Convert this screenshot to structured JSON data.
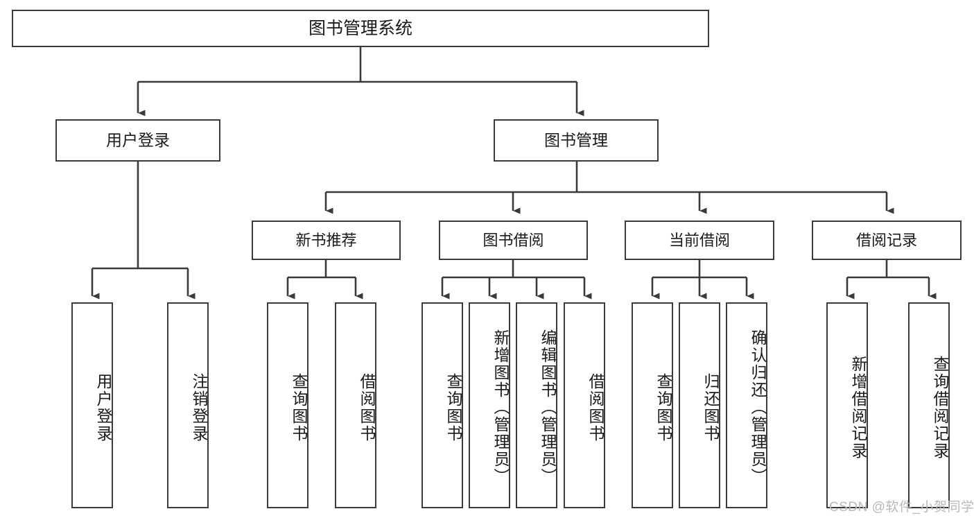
{
  "diagram": {
    "type": "hierarchy-tree",
    "title": "图书管理系统",
    "watermark": "CSDN @软件_小贺同学",
    "root": {
      "label": "图书管理系统"
    },
    "level2": [
      {
        "label": "用户登录"
      },
      {
        "label": "图书管理"
      }
    ],
    "level3": [
      {
        "label": "新书推荐"
      },
      {
        "label": "图书借阅"
      },
      {
        "label": "当前借阅"
      },
      {
        "label": "借阅记录"
      }
    ],
    "leaves": {
      "user_login": [
        {
          "label": "用户登录"
        },
        {
          "label": "注销登录"
        }
      ],
      "new_book_recommend": [
        {
          "label": "查询图书"
        },
        {
          "label": "借阅图书"
        }
      ],
      "book_borrow": [
        {
          "label": "查询图书"
        },
        {
          "label": "新增图书（管理员）"
        },
        {
          "label": "编辑图书（管理员）"
        },
        {
          "label": "借阅图书"
        }
      ],
      "current_borrow": [
        {
          "label": "查询图书"
        },
        {
          "label": "归还图书"
        },
        {
          "label": "确认归还（管理员）"
        }
      ],
      "borrow_record": [
        {
          "label": "新增借阅记录"
        },
        {
          "label": "查询借阅记录"
        }
      ]
    },
    "colors": {
      "stroke": "#3a3a3a",
      "text": "#1a1a1a",
      "background": "#ffffff",
      "watermark": "#b9b9b9"
    }
  }
}
